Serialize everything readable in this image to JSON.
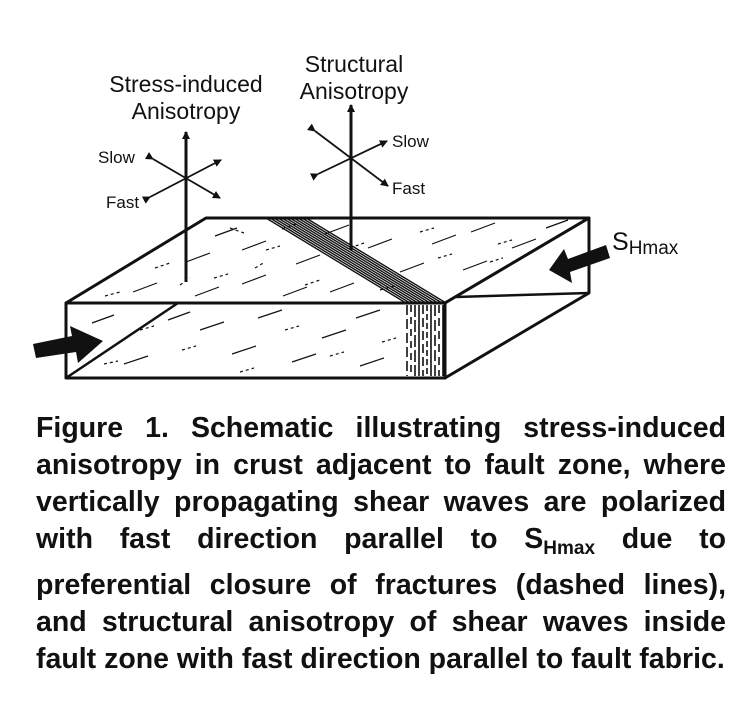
{
  "labels": {
    "stress_line1": "Stress-induced",
    "stress_line2": "Anisotropy",
    "struct_line1": "Structural",
    "struct_line2": "Anisotropy",
    "slow": "Slow",
    "fast": "Fast",
    "shmax_main": "S",
    "shmax_sub": "Hmax"
  },
  "caption": {
    "part1": "Figure 1. Schematic illustrating stress-induced anisotropy in crust adjacent to fault zone, where vertically propagating shear waves are polarized with fast direction parallel to ",
    "s_main": "S",
    "s_sub": "Hmax",
    "part2": " due to preferential closure of fractures (dashed lines), and structural anisotropy of shear waves inside fault zone with fast direction parallel to fault fabric."
  }
}
